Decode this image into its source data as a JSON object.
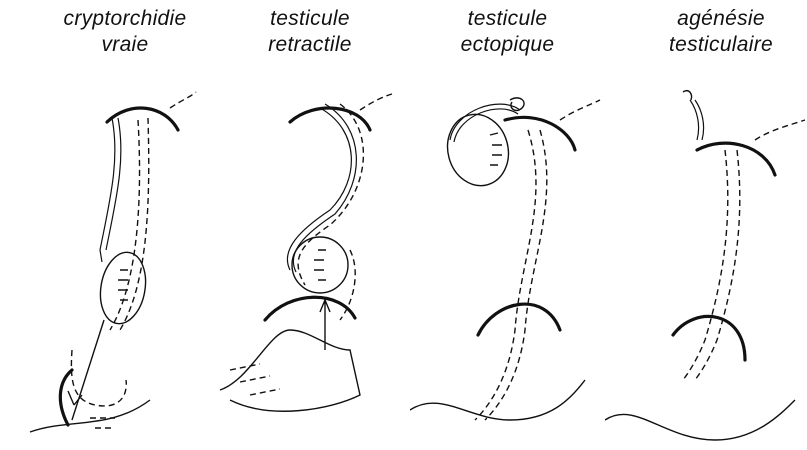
{
  "panels": [
    {
      "line1": "cryptorchidie",
      "line2": "vraie"
    },
    {
      "line1": "testicule",
      "line2": "retractile"
    },
    {
      "line1": "testicule",
      "line2": "ectopique"
    },
    {
      "line1": "agénésie",
      "line2": "testiculaire"
    }
  ]
}
